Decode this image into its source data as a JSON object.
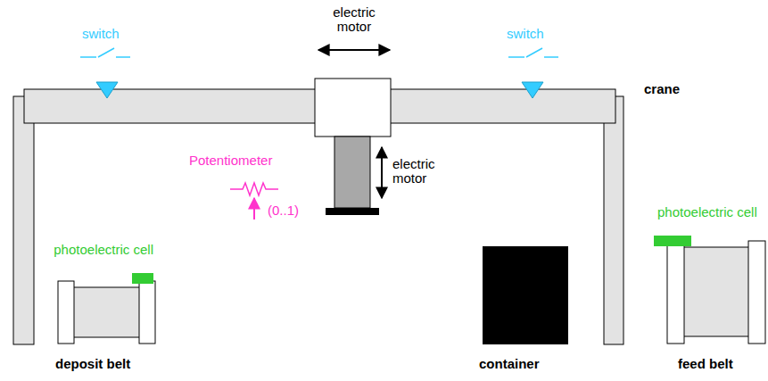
{
  "diagram": {
    "labels": [
      "electric motor",
      "switch",
      "switch",
      "crane",
      "Potentiometer",
      "(0..1)",
      "electric motor",
      "photoelectric cell",
      "photoelectric cell",
      "deposit belt",
      "container",
      "feed belt"
    ]
  }
}
